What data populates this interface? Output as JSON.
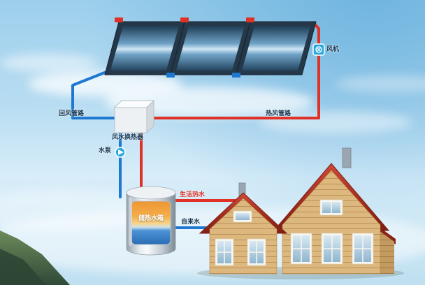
{
  "labels": {
    "fan": "风机",
    "return_air_duct": "回风管路",
    "hot_air_duct": "热风管路",
    "heat_exchanger": "风水换热器",
    "water_pump": "水泵",
    "storage_tank": "储热水箱",
    "domestic_hot_water": "生活热水",
    "tap_water": "自来水"
  },
  "icons": {
    "fan": "fan-icon",
    "pump": "pump-icon"
  },
  "colors": {
    "hot_pipe": "#e03127",
    "cold_pipe": "#1e78d2",
    "panel_frame": "#24384a",
    "panel_glass": "#6fa2c6",
    "roof": "#a02a1c",
    "wall": "#d9b57c",
    "tank_hot_water": "#ee9632",
    "tank_cold_water": "#2a6cb4",
    "pump_fan_accent": "#29a8e0",
    "label_text": "#14344f",
    "hot_label_text": "#d8342a",
    "sky": "#a8d7f0",
    "mountain": "#3b573f"
  }
}
